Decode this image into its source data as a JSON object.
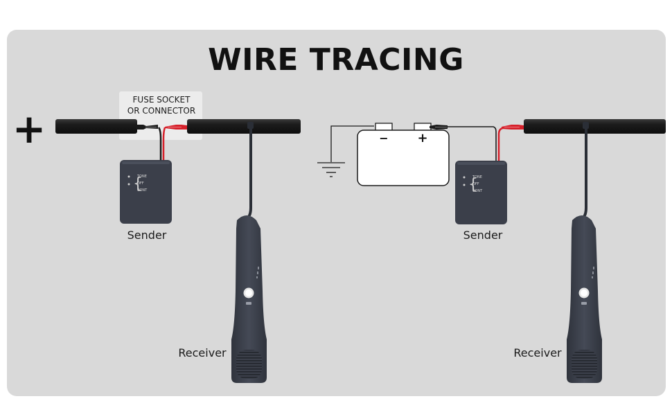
{
  "title": "WIRE TRACING",
  "plus_symbol": "+",
  "fuse_label": {
    "line1": "FUSE SOCKET",
    "line2": "OR CONNECTOR"
  },
  "battery": {
    "minus": "−",
    "plus": "+"
  },
  "sender": {
    "label": "Sender",
    "switch": [
      "TONE",
      "OFF",
      "CONT"
    ]
  },
  "receiver": {
    "label": "Receiver"
  },
  "colors": {
    "panel": "#d9d9d9",
    "cable": "#1f1f1f",
    "device": "#3b3f4a",
    "red_wire": "#d6202a",
    "black_wire": "#1a1a1a"
  }
}
